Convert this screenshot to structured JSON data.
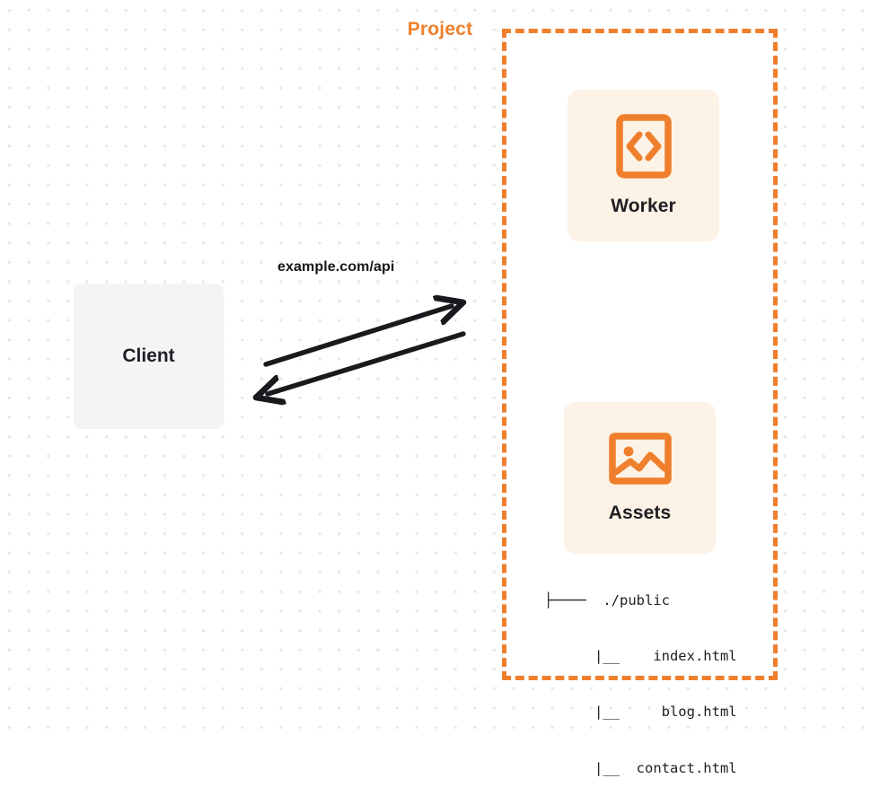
{
  "background": {
    "style": "dot-grid",
    "dot_color": "#e7e7e9",
    "page_color": "#ffffff"
  },
  "colors": {
    "accent_orange": "#ef7f2c",
    "card_cream": "#fdf2e6",
    "client_gray": "#f3f4f6",
    "text_dark": "#1f1f23",
    "arrow_dark": "#1a1a1e"
  },
  "client": {
    "label": "Client"
  },
  "connection": {
    "label": "example.com/api",
    "request_arrow_name": "request-arrow",
    "response_arrow_name": "response-arrow"
  },
  "project": {
    "label": "Project",
    "border_style": "dashed",
    "border_color": "#ef7f2c",
    "cards": [
      {
        "label": "Worker",
        "icon": "code-brackets-icon"
      },
      {
        "label": "Assets",
        "icon": "image-picture-icon"
      }
    ],
    "file_tree": [
      "├────  ./public",
      "      |__    index.html",
      "      |__     blog.html",
      "      |__  contact.html"
    ]
  }
}
